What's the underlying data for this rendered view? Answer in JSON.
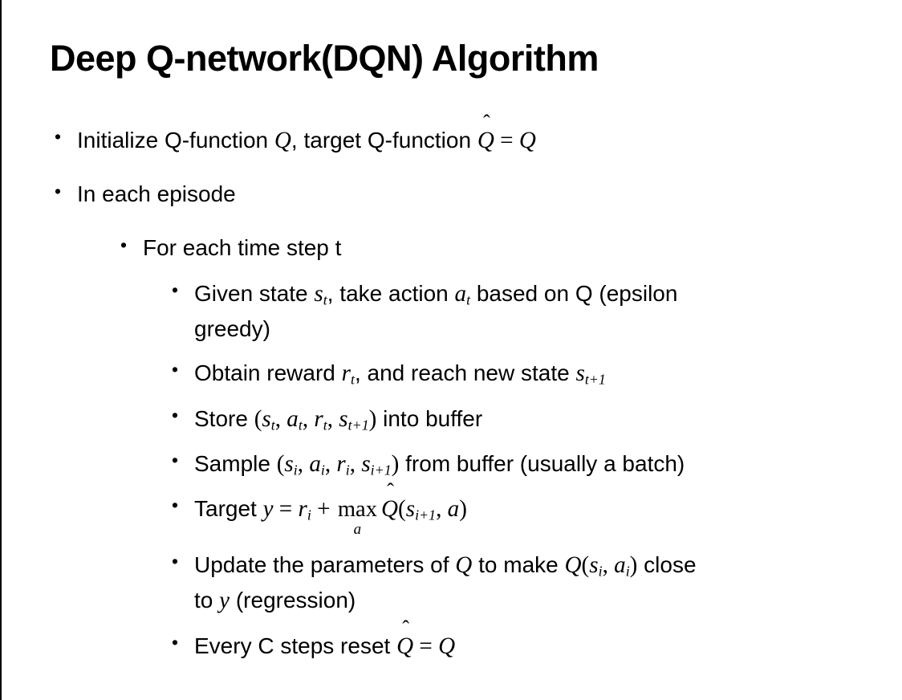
{
  "slide": {
    "title": "Deep Q-network(DQN) Algorithm"
  },
  "symbols": {
    "bullet": "•",
    "hat": "ˆ"
  },
  "bullets": [
    {
      "level": 1,
      "segments": [
        {
          "t": "text",
          "v": "Initialize Q-function "
        },
        {
          "t": "math",
          "v": "Q"
        },
        {
          "t": "text",
          "v": ", target Q-function "
        },
        {
          "t": "hat",
          "v": "Q"
        },
        {
          "t": "math",
          "v": " = "
        },
        {
          "t": "math",
          "v": "Q"
        }
      ]
    },
    {
      "level": 1,
      "segments": [
        {
          "t": "text",
          "v": "In each episode"
        }
      ]
    },
    {
      "level": 2,
      "segments": [
        {
          "t": "text",
          "v": "For each time step t"
        }
      ]
    },
    {
      "level": 3,
      "segments": [
        {
          "t": "text",
          "v": "Given state "
        },
        {
          "t": "sub",
          "base": "s",
          "sub": "t"
        },
        {
          "t": "text",
          "v": ", take action "
        },
        {
          "t": "sub",
          "base": "a",
          "sub": "t"
        },
        {
          "t": "text",
          "v": " based on Q (epsilon"
        },
        {
          "t": "br"
        },
        {
          "t": "text",
          "v": "greedy)"
        }
      ]
    },
    {
      "level": 3,
      "segments": [
        {
          "t": "text",
          "v": "Obtain reward "
        },
        {
          "t": "sub",
          "base": "r",
          "sub": "t"
        },
        {
          "t": "text",
          "v": ", and reach new state "
        },
        {
          "t": "sub",
          "base": "s",
          "sub": "t+1"
        }
      ]
    },
    {
      "level": 3,
      "segments": [
        {
          "t": "text",
          "v": "Store "
        },
        {
          "t": "math",
          "v": "("
        },
        {
          "t": "sub",
          "base": "s",
          "sub": "t"
        },
        {
          "t": "math",
          "v": ", "
        },
        {
          "t": "sub",
          "base": "a",
          "sub": "t"
        },
        {
          "t": "math",
          "v": ", "
        },
        {
          "t": "sub",
          "base": "r",
          "sub": "t"
        },
        {
          "t": "math",
          "v": ", "
        },
        {
          "t": "sub",
          "base": "s",
          "sub": "t+1"
        },
        {
          "t": "math",
          "v": ")"
        },
        {
          "t": "text",
          "v": " into buffer"
        }
      ]
    },
    {
      "level": 3,
      "segments": [
        {
          "t": "text",
          "v": "Sample "
        },
        {
          "t": "math",
          "v": "("
        },
        {
          "t": "sub",
          "base": "s",
          "sub": "i"
        },
        {
          "t": "math",
          "v": ", "
        },
        {
          "t": "sub",
          "base": "a",
          "sub": "i"
        },
        {
          "t": "math",
          "v": ", "
        },
        {
          "t": "sub",
          "base": "r",
          "sub": "i"
        },
        {
          "t": "math",
          "v": ", "
        },
        {
          "t": "sub",
          "base": "s",
          "sub": "i+1"
        },
        {
          "t": "math",
          "v": ")"
        },
        {
          "t": "text",
          "v": " from buffer (usually a batch)"
        }
      ]
    },
    {
      "level": 3,
      "segments": [
        {
          "t": "text",
          "v": "Target "
        },
        {
          "t": "math",
          "v": "y"
        },
        {
          "t": "math",
          "v": " = "
        },
        {
          "t": "sub",
          "base": "r",
          "sub": "i"
        },
        {
          "t": "math",
          "v": " + "
        },
        {
          "t": "max",
          "base": "max",
          "sub": "a"
        },
        {
          "t": "hat",
          "v": "Q"
        },
        {
          "t": "math",
          "v": "("
        },
        {
          "t": "sub",
          "base": "s",
          "sub": "i+1"
        },
        {
          "t": "math",
          "v": ", "
        },
        {
          "t": "math",
          "v": "a"
        },
        {
          "t": "math",
          "v": ")"
        }
      ]
    },
    {
      "level": 3,
      "segments": [
        {
          "t": "text",
          "v": "Update the parameters of "
        },
        {
          "t": "math",
          "v": "Q"
        },
        {
          "t": "text",
          "v": " to make "
        },
        {
          "t": "math",
          "v": "Q"
        },
        {
          "t": "math",
          "v": "("
        },
        {
          "t": "sub",
          "base": "s",
          "sub": "i"
        },
        {
          "t": "math",
          "v": ", "
        },
        {
          "t": "sub",
          "base": "a",
          "sub": "i"
        },
        {
          "t": "math",
          "v": ")"
        },
        {
          "t": "text",
          "v": " close"
        },
        {
          "t": "br"
        },
        {
          "t": "text",
          "v": "to "
        },
        {
          "t": "math",
          "v": "y"
        },
        {
          "t": "text",
          "v": " (regression)"
        }
      ]
    },
    {
      "level": 3,
      "segments": [
        {
          "t": "text",
          "v": "Every C steps reset "
        },
        {
          "t": "hat",
          "v": "Q"
        },
        {
          "t": "math",
          "v": " = "
        },
        {
          "t": "math",
          "v": "Q"
        }
      ]
    }
  ]
}
